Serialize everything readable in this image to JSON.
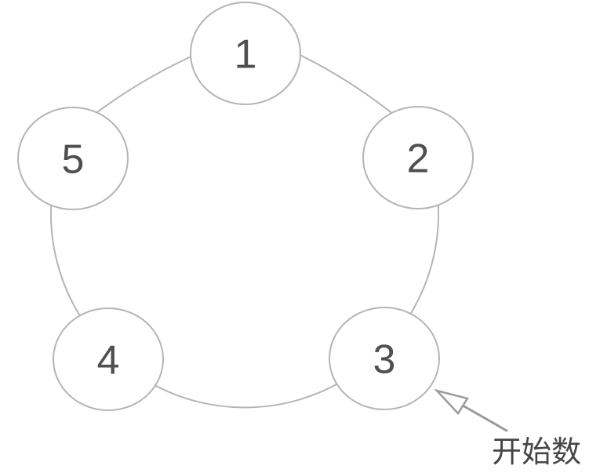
{
  "diagram": {
    "nodes": [
      {
        "label": "1"
      },
      {
        "label": "2"
      },
      {
        "label": "3"
      },
      {
        "label": "4"
      },
      {
        "label": "5"
      }
    ],
    "annotation": {
      "label": "开始数",
      "points_to": "3"
    },
    "colors": {
      "outline": "#b5b5b7",
      "node_fill": "#ffffff",
      "number": "#4f4f4f",
      "arrow": "#9b9b9e",
      "annotation_text": "#454545"
    }
  }
}
